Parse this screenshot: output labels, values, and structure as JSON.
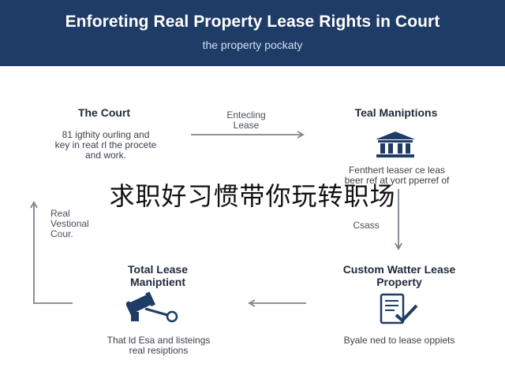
{
  "header": {
    "title": "Enforeting Real Property Lease Rights in Court",
    "subtitle": "the property pockaty"
  },
  "nodes": {
    "court": {
      "title": "The Court",
      "line1": "81 igthity ourling and",
      "line2": "key in reat rl the procete",
      "line3": "and work."
    },
    "top_arrow_label": {
      "line1": "Entecling",
      "line2": "Lease"
    },
    "manip": {
      "title": "Teal Maniptions",
      "line1": "Fenthert leaser ce leas",
      "line2": "beer ref at yort pperref of"
    },
    "right_arrow_label": "Csass",
    "left_label": {
      "line1": "Real",
      "line2": "Vestional",
      "line3": "Cour."
    },
    "total": {
      "title_line1": "Total Lease",
      "title_line2": "Maniptient",
      "line1": "That ld Esa and listeings",
      "line2": "real resiptions"
    },
    "custom": {
      "title_line1": "Custom Watter Lease",
      "title_line2": "Property",
      "line1": "Byale ned to lease oppiets"
    }
  },
  "overlay_text": "求职好习惯带你玩转职场",
  "colors": {
    "header_bg": "#1f3c66",
    "icon_navy": "#1f3c66",
    "arrow": "#7d848c"
  },
  "icons": [
    "courthouse-icon",
    "gavel-icon",
    "document-check-icon"
  ]
}
